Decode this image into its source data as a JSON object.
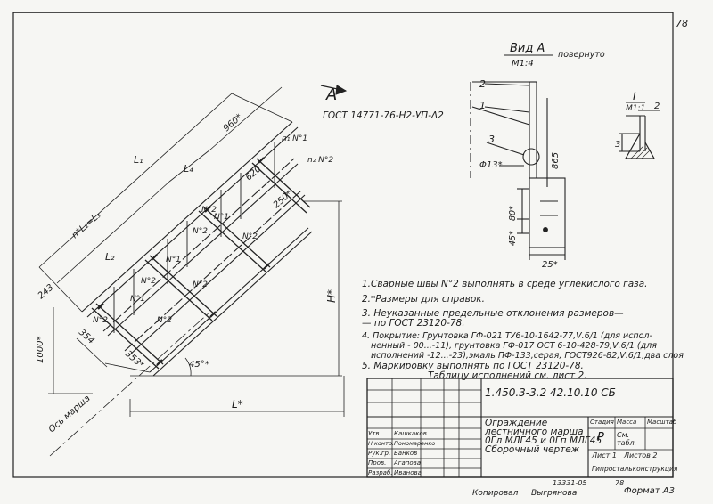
{
  "page_number": "78",
  "view": {
    "title": "Вид А",
    "subtitle": "повернуто",
    "scale": "М1:4",
    "detail_title": "I",
    "detail_scale": "М1:1",
    "arrow_label": "А"
  },
  "labels": {
    "gost_weld": "ГОСТ 14771-76-Н2-УП-Δ2",
    "n1": "n₁ N°1",
    "n2": "n₂ N°2",
    "l1": "L₁",
    "l4": "L₄",
    "l2": "L₂",
    "l3_formula": "n*L₂=L₃",
    "d960": "960*",
    "d620": "620",
    "d250": "250*",
    "d243": "243",
    "d354": "354",
    "d353": "353*",
    "d1000": "1000*",
    "angle": "45°*",
    "L": "L*",
    "H": "H*",
    "axis": "Ось марша",
    "weld1": "N°1",
    "weld2": "N°2",
    "v_865": "865",
    "v_80": "80*",
    "v_45": "45*",
    "v_25": "25*",
    "v_hole": "Φ13*",
    "v_1": "1",
    "v_2": "2",
    "v_3": "3",
    "d_3": "3",
    "d_2": "2"
  },
  "notes": [
    "1.Сварные швы N°2 выполнять в среде углекислого газа.",
    "2.*Размеры для справок.",
    "3. Неуказанные предельные отклонения размеров—",
    "   — по ГОСТ 23120-78.",
    "4. Покрытие: Грунтовка ГФ-021 ТУ6-10-1642-77,Ⅴ.6/1 (для испол-",
    "ненный - 00...-11), грунтовка ГФ-017 ОСТ 6-10-428-79,Ⅴ.6/1 (для",
    "исполнений -12...-23),эмаль ПФ-133,серая, ГОСТ926-82,Ⅴ.6/1,два слоя",
    "5. Маркировку выполнять по ГОСТ 23120-78.",
    "Таблицу исполнений см. лист 2."
  ],
  "title_block": {
    "doc_number": "1.450.3-3.2 42.10.10 СБ",
    "name_lines": [
      "Ограждение",
      "лестничного марша",
      "0Гл МЛГ45 и 0Гп МЛГ45",
      "Сборочный чертеж"
    ],
    "stage_hdr": "Стадия",
    "mass_hdr": "Масса",
    "scale_hdr": "Масштаб",
    "stage": "Р",
    "mass": "См. табл.",
    "sheet": "Лист 1",
    "sheets": "Листов 2",
    "org": "Гипростальконструкция",
    "rows": [
      {
        "role": "Утв.",
        "name": "Кашкаков"
      },
      {
        "role": "Н.контр.",
        "name": "Пономаренко"
      },
      {
        "role": "Рук.гр.",
        "name": "Банков"
      },
      {
        "role": "Пров.",
        "name": "Агапова"
      },
      {
        "role": "Разраб.",
        "name": "Иванова"
      }
    ]
  },
  "footer": {
    "code": "13331-05",
    "num": "78",
    "copied": "Копировал",
    "copier": "Выгрянова",
    "format": "Формат А3"
  }
}
